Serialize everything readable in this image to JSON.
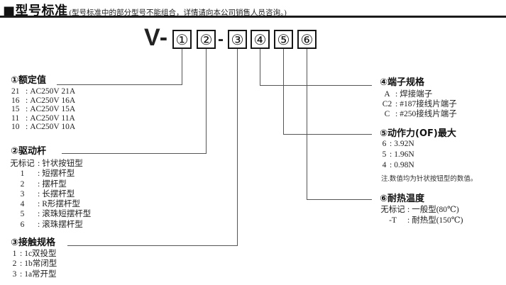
{
  "colon": ":",
  "header": {
    "title": "■型号标准",
    "note": "(型号标准中的部分型号不能组合，详情请向本公司销售人员咨询。)"
  },
  "model": {
    "prefix": "V-",
    "separator": "-",
    "digits": [
      "①",
      "②",
      "③",
      "④",
      "⑤",
      "⑥"
    ]
  },
  "sections": {
    "rating": {
      "title": "①额定值",
      "items": [
        {
          "code": "21",
          "desc": "AC250V 21A"
        },
        {
          "code": "16",
          "desc": "AC250V 16A"
        },
        {
          "code": "15",
          "desc": "AC250V 15A"
        },
        {
          "code": "11",
          "desc": "AC250V 11A"
        },
        {
          "code": "10",
          "desc": "AC250V 10A"
        }
      ]
    },
    "actuator": {
      "title": "②驱动杆",
      "items": [
        {
          "code": "无标记",
          "desc": "针状按钮型"
        },
        {
          "code": "1",
          "desc": "短摆杆型"
        },
        {
          "code": "2",
          "desc": "摆杆型"
        },
        {
          "code": "3",
          "desc": "长摆杆型"
        },
        {
          "code": "4",
          "desc": "R形摆杆型"
        },
        {
          "code": "5",
          "desc": "滚珠短摆杆型"
        },
        {
          "code": "6",
          "desc": "滚珠摆杆型"
        }
      ]
    },
    "contact": {
      "title": "③接触规格",
      "items": [
        {
          "code": "1",
          "desc": "1c双投型"
        },
        {
          "code": "2",
          "desc": "1b常闭型"
        },
        {
          "code": "3",
          "desc": "1a常开型"
        }
      ]
    },
    "terminal": {
      "title": "④端子规格",
      "items": [
        {
          "code": "A",
          "desc": "焊接端子"
        },
        {
          "code": "C2",
          "desc": "#187接线片端子"
        },
        {
          "code": "C",
          "desc": "#250接线片端子"
        }
      ]
    },
    "force": {
      "title": "⑤动作力(OF)最大",
      "items": [
        {
          "code": "6",
          "desc": "3.92N"
        },
        {
          "code": "5",
          "desc": "1.96N"
        },
        {
          "code": "4",
          "desc": "0.98N"
        }
      ],
      "note": "注.数值均为针状按钮型的数值。"
    },
    "temperature": {
      "title": "⑥耐热温度",
      "items": [
        {
          "code": "无标记",
          "desc": "一般型(80℃)"
        },
        {
          "code": "-T",
          "desc": "耐热型(150℃)"
        }
      ]
    }
  }
}
